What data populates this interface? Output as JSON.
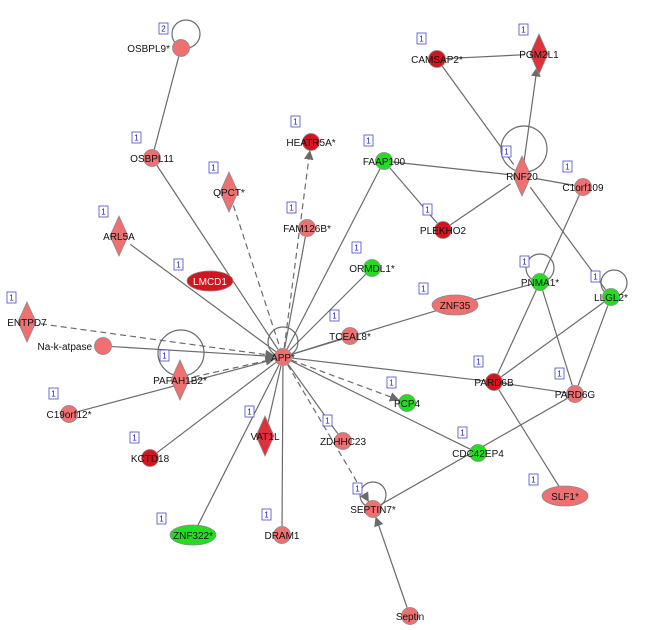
{
  "colors": {
    "red": "#e0303a",
    "dark_red": "#d4141e",
    "salmon": "#ee7070",
    "green": "#22dd22",
    "edge": "#6b6b6b",
    "badge": "#4a4ac8"
  },
  "nodes": [
    {
      "id": "OSBPL9",
      "label": "OSBPL9*",
      "shape": "circle",
      "color": "salmon",
      "badge": "2"
    },
    {
      "id": "OSBPL11",
      "label": "OSBPL11",
      "shape": "circle",
      "color": "salmon",
      "badge": "1"
    },
    {
      "id": "HEATR5A",
      "label": "HEATR5A*",
      "shape": "circle",
      "color": "dark_red",
      "badge": "1"
    },
    {
      "id": "QPCT",
      "label": "QPCT*",
      "shape": "diamond",
      "color": "salmon",
      "badge": "1"
    },
    {
      "id": "FAAP100",
      "label": "FAAP100",
      "shape": "circle",
      "color": "green",
      "badge": "1"
    },
    {
      "id": "CAMSAP2",
      "label": "CAMSAP2*",
      "shape": "circle",
      "color": "dark_red",
      "badge": "1"
    },
    {
      "id": "PGM2L1",
      "label": "PGM2L1",
      "shape": "diamond",
      "color": "red",
      "badge": "1"
    },
    {
      "id": "RNF20",
      "label": "RNF20",
      "shape": "diamond",
      "color": "salmon",
      "badge": "1"
    },
    {
      "id": "C1orf109",
      "label": "C1orf109",
      "shape": "circle",
      "color": "salmon",
      "badge": "1"
    },
    {
      "id": "ARL5A",
      "label": "ARL5A",
      "shape": "diamond",
      "color": "salmon",
      "badge": "1"
    },
    {
      "id": "FAM126B",
      "label": "FAM126B*",
      "shape": "circle",
      "color": "salmon",
      "badge": "1"
    },
    {
      "id": "PLEKHO2",
      "label": "PLEKHO2",
      "shape": "circle",
      "color": "dark_red",
      "badge": "1"
    },
    {
      "id": "LMCD1",
      "label": "LMCD1",
      "shape": "ellipse",
      "color": "dark_red",
      "badge": "1"
    },
    {
      "id": "ORMDL1",
      "label": "ORMDL1*",
      "shape": "circle",
      "color": "green",
      "badge": "1"
    },
    {
      "id": "PNMA1",
      "label": "PNMA1*",
      "shape": "circle",
      "color": "green",
      "badge": "1"
    },
    {
      "id": "LLGL2",
      "label": "LLGL2*",
      "shape": "circle",
      "color": "green",
      "badge": "1"
    },
    {
      "id": "ENTPD7",
      "label": "ENTPD7",
      "shape": "diamond",
      "color": "salmon",
      "badge": "1"
    },
    {
      "id": "ZNF35",
      "label": "ZNF35",
      "shape": "ellipse",
      "color": "salmon",
      "badge": "1"
    },
    {
      "id": "Na-k-atpase",
      "label": "Na-k-atpase",
      "shape": "circle",
      "color": "salmon",
      "badge": ""
    },
    {
      "id": "TCEAL8",
      "label": "TCEAL8*",
      "shape": "circle",
      "color": "salmon",
      "badge": "1"
    },
    {
      "id": "APP",
      "label": "APP*",
      "shape": "circle",
      "color": "salmon",
      "badge": ""
    },
    {
      "id": "PAFAH1B2",
      "label": "PAFAH1B2*",
      "shape": "diamond",
      "color": "salmon",
      "badge": "1"
    },
    {
      "id": "C19orf12",
      "label": "C19orf12*",
      "shape": "circle",
      "color": "salmon",
      "badge": "1"
    },
    {
      "id": "PARD6B",
      "label": "PARD6B",
      "shape": "circle",
      "color": "dark_red",
      "badge": "1"
    },
    {
      "id": "PARD6G",
      "label": "PARD6G",
      "shape": "circle",
      "color": "salmon",
      "badge": "1"
    },
    {
      "id": "PCP4",
      "label": "PCP4",
      "shape": "circle",
      "color": "green",
      "badge": "1"
    },
    {
      "id": "VAT1L",
      "label": "VAT1L",
      "shape": "diamond",
      "color": "red",
      "badge": "1"
    },
    {
      "id": "KCTD18",
      "label": "KCTD18",
      "shape": "circle",
      "color": "dark_red",
      "badge": "1"
    },
    {
      "id": "ZDHHC23",
      "label": "ZDHHC23",
      "shape": "circle",
      "color": "salmon",
      "badge": "1"
    },
    {
      "id": "CDC42EP4",
      "label": "CDC42EP4",
      "shape": "circle",
      "color": "green",
      "badge": "1"
    },
    {
      "id": "SLF1",
      "label": "SLF1*",
      "shape": "ellipse",
      "color": "salmon",
      "badge": "1"
    },
    {
      "id": "SEPTIN7",
      "label": "SEPTIN7*",
      "shape": "circle",
      "color": "salmon",
      "badge": "1"
    },
    {
      "id": "ZNF322",
      "label": "ZNF322*",
      "shape": "ellipse",
      "color": "green",
      "badge": "1"
    },
    {
      "id": "DRAM1",
      "label": "DRAM1",
      "shape": "circle",
      "color": "salmon",
      "badge": "1"
    },
    {
      "id": "Septin",
      "label": "Septin",
      "shape": "circle",
      "color": "salmon",
      "badge": ""
    }
  ],
  "edges": [
    {
      "from": "OSBPL9",
      "to": "OSBPL11",
      "style": "solid"
    },
    {
      "from": "OSBPL11",
      "to": "APP",
      "style": "solid"
    },
    {
      "from": "QPCT",
      "to": "APP",
      "style": "dashed"
    },
    {
      "from": "APP",
      "to": "HEATR5A",
      "style": "dashed",
      "arrow": "to"
    },
    {
      "from": "FAM126B",
      "to": "APP",
      "style": "solid"
    },
    {
      "from": "FAAP100",
      "to": "APP",
      "style": "solid"
    },
    {
      "from": "ORMDL1",
      "to": "APP",
      "style": "solid"
    },
    {
      "from": "ARL5A",
      "to": "APP",
      "style": "solid"
    },
    {
      "from": "ENTPD7",
      "to": "APP",
      "style": "dashed",
      "arrow": "to"
    },
    {
      "from": "Na-k-atpase",
      "to": "APP",
      "style": "solid",
      "arrow": "to"
    },
    {
      "from": "PAFAH1B2",
      "to": "APP",
      "style": "dashed",
      "arrow": "to"
    },
    {
      "from": "C19orf12",
      "to": "APP",
      "style": "solid"
    },
    {
      "from": "KCTD18",
      "to": "APP",
      "style": "solid"
    },
    {
      "from": "ZNF322",
      "to": "APP",
      "style": "solid"
    },
    {
      "from": "DRAM1",
      "to": "APP",
      "style": "solid"
    },
    {
      "from": "VAT1L",
      "to": "APP",
      "style": "solid"
    },
    {
      "from": "ZDHHC23",
      "to": "APP",
      "style": "solid"
    },
    {
      "from": "APP",
      "to": "PCP4",
      "style": "dashed",
      "arrow": "to"
    },
    {
      "from": "APP",
      "to": "SEPTIN7",
      "style": "dashed",
      "arrow": "to"
    },
    {
      "from": "APP",
      "to": "CDC42EP4",
      "style": "solid"
    },
    {
      "from": "APP",
      "to": "PARD6B",
      "style": "solid"
    },
    {
      "from": "TCEAL8",
      "to": "APP",
      "style": "solid"
    },
    {
      "from": "ZNF35",
      "to": "APP",
      "style": "solid"
    },
    {
      "from": "FAAP100",
      "to": "PLEKHO2",
      "style": "solid"
    },
    {
      "from": "FAAP100",
      "to": "RNF20",
      "style": "solid"
    },
    {
      "from": "PLEKHO2",
      "to": "RNF20",
      "style": "solid"
    },
    {
      "from": "CAMSAP2",
      "to": "PGM2L1",
      "style": "solid"
    },
    {
      "from": "CAMSAP2",
      "to": "RNF20",
      "style": "solid"
    },
    {
      "from": "RNF20",
      "to": "PGM2L1",
      "style": "solid",
      "arrow": "to"
    },
    {
      "from": "RNF20",
      "to": "C1orf109",
      "style": "solid"
    },
    {
      "from": "RNF20",
      "to": "LLGL2",
      "style": "solid"
    },
    {
      "from": "C1orf109",
      "to": "PNMA1",
      "style": "solid"
    },
    {
      "from": "PNMA1",
      "to": "PARD6B",
      "style": "solid"
    },
    {
      "from": "PNMA1",
      "to": "PARD6G",
      "style": "solid"
    },
    {
      "from": "PNMA1",
      "to": "ZNF35",
      "style": "solid"
    },
    {
      "from": "LLGL2",
      "to": "PARD6B",
      "style": "solid"
    },
    {
      "from": "LLGL2",
      "to": "PARD6G",
      "style": "solid"
    },
    {
      "from": "PARD6B",
      "to": "PARD6G",
      "style": "solid"
    },
    {
      "from": "PARD6B",
      "to": "SLF1",
      "style": "solid"
    },
    {
      "from": "PARD6G",
      "to": "SEPTIN7",
      "style": "solid"
    },
    {
      "from": "Septin",
      "to": "SEPTIN7",
      "style": "solid",
      "arrow": "to"
    }
  ]
}
